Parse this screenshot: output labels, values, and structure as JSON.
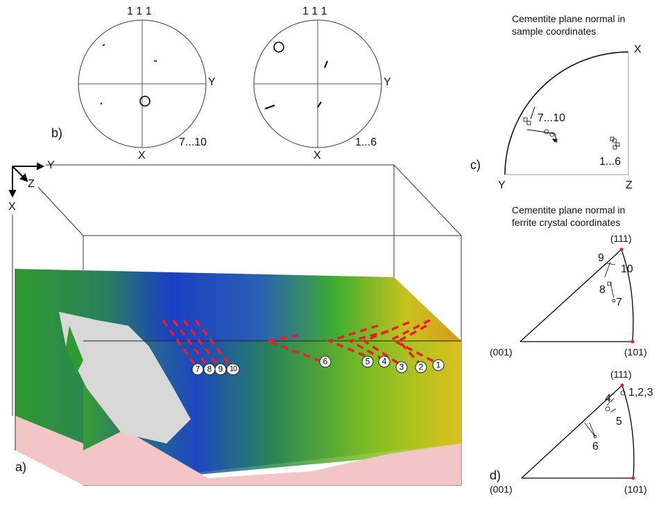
{
  "panel_b": {
    "label": "b)",
    "pole_figures": [
      {
        "pole": "1 1 1",
        "axis_right": "Y",
        "axis_bottom": "X",
        "points_label": "7...10"
      },
      {
        "pole": "1 1 1",
        "axis_right": "Y",
        "axis_bottom": "X",
        "points_label": "1...6"
      }
    ]
  },
  "panel_a": {
    "label": "a)",
    "axes": {
      "y": "Y",
      "z": "Z",
      "x": "X"
    },
    "markers": [
      "1",
      "2",
      "3",
      "4",
      "5",
      "6",
      "7",
      "8",
      "9",
      "10"
    ]
  },
  "panel_c": {
    "label": "c)",
    "title_line1": "Cementite plane normal in",
    "title_line2": "sample coordinates",
    "corner_x": "X",
    "corner_y": "Y",
    "corner_z": "Z",
    "group_a": "7...10",
    "group_b": "1...6"
  },
  "panel_d": {
    "label": "d)",
    "title_line1": "Cementite plane normal in",
    "title_line2": "ferrite crystal coordinates",
    "triangle_top": {
      "v111": "(111)",
      "v001": "(001)",
      "v101": "(101)",
      "labels": [
        "9",
        "10",
        "8",
        "7"
      ]
    },
    "triangle_bottom": {
      "v111": "(111)",
      "v001": "(001)",
      "v101": "(101)",
      "labels": [
        "1,2,3",
        "4",
        "5",
        "6"
      ]
    }
  },
  "colors": {
    "marker_dash": "#e8202a",
    "blue": "#1a3fcf",
    "green": "#2aa82a",
    "yellow": "#d8c21a",
    "pink": "#f2c6c6"
  }
}
